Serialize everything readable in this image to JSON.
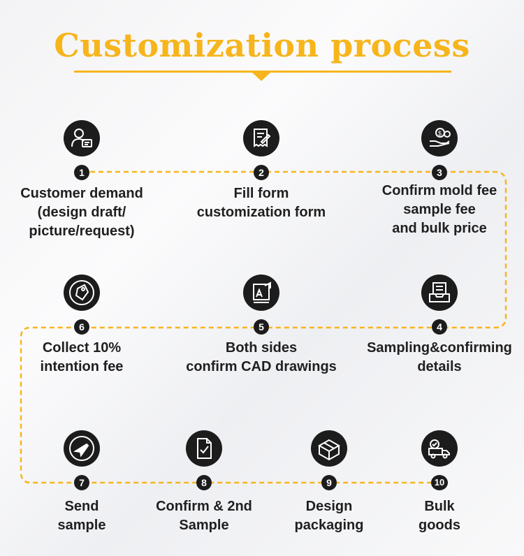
{
  "title": "Customization process",
  "colors": {
    "accent": "#f7b51c",
    "dark": "#1c1c1c"
  },
  "steps": [
    {
      "num": "1",
      "label": "Customer demand\n(design draft/\npicture/request)",
      "icon": "user-document-icon"
    },
    {
      "num": "2",
      "label": "Fill form\ncustomization form",
      "icon": "form-edit-icon"
    },
    {
      "num": "3",
      "label": "Confirm mold fee\nsample fee\nand bulk price",
      "icon": "hand-coin-icon"
    },
    {
      "num": "4",
      "label": "Sampling&confirming\ndetails",
      "icon": "inbox-document-icon"
    },
    {
      "num": "5",
      "label": "Both sides\nconfirm CAD drawings",
      "icon": "blueprint-icon"
    },
    {
      "num": "6",
      "label": "Collect 10%\nintention fee",
      "icon": "tag-coin-icon"
    },
    {
      "num": "7",
      "label": "Send\nsample",
      "icon": "plane-icon"
    },
    {
      "num": "8",
      "label": "Confirm & 2nd\nSample",
      "icon": "document-check-icon"
    },
    {
      "num": "9",
      "label": "Design\npackaging",
      "icon": "package-icon"
    },
    {
      "num": "10",
      "label": "Bulk\ngoods",
      "icon": "delivery-truck-icon"
    }
  ]
}
